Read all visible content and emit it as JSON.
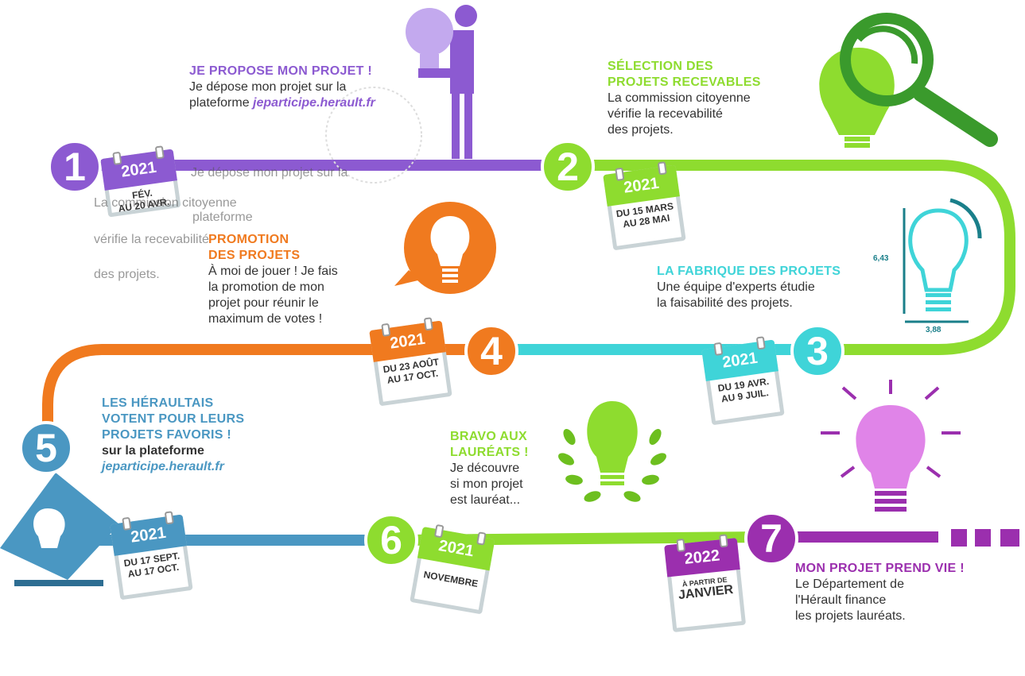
{
  "colors": {
    "step1": "#8c5ad1",
    "step2": "#8edc2f",
    "step3": "#3fd4d8",
    "step4": "#f07a1f",
    "step5": "#4a97c2",
    "step6": "#8edc2f",
    "step7": "#9b2fae"
  },
  "steps": [
    {
      "number": "1",
      "title": "JE PROPOSE MON PROJET !",
      "text": "Je dépose mon projet sur la",
      "text2": "plateforme",
      "link": "jeparticipe.herault.fr",
      "year": "2021",
      "date1": "FÉV.",
      "date2": "AU 20 AVR."
    },
    {
      "number": "2",
      "title": "SÉLECTION DES",
      "title2": "PROJETS RECEVABLES",
      "text": "La commission citoyenne",
      "text2": "vérifie la recevabilité",
      "text3": "des projets.",
      "year": "2021",
      "date1": "DU 15 MARS",
      "date2": "AU 28 MAI"
    },
    {
      "number": "3",
      "title": "LA FABRIQUE DES PROJETS",
      "text": "Une équipe d'experts étudie",
      "text2": "la faisabilité des projets.",
      "year": "2021",
      "date1": "DU 19 AVR.",
      "date2": "AU 9 JUIL."
    },
    {
      "number": "4",
      "title": "PROMOTION",
      "title2": "DES PROJETS",
      "text": "À moi de jouer ! Je fais",
      "text2": "la promotion de mon",
      "text3": "projet pour réunir le",
      "text4": "maximum de votes !",
      "year": "2021",
      "date1": "DU 23 AOÛT",
      "date2": "AU 17 OCT."
    },
    {
      "number": "5",
      "title": "LES HÉRAULTAIS",
      "title2": "VOTENT POUR LEURS",
      "title3": "PROJETS FAVORIS !",
      "text": "sur la plateforme",
      "link": "jeparticipe.herault.fr",
      "year": "2021",
      "date1": "DU 17 SEPT.",
      "date2": "AU 17 OCT."
    },
    {
      "number": "6",
      "title": "BRAVO AUX",
      "title2": "LAURÉATS !",
      "text": "Je découvre",
      "text2": "si mon projet",
      "text3": "est lauréat...",
      "year": "2021",
      "date1": "NOVEMBRE"
    },
    {
      "number": "7",
      "title": "MON PROJET PREND VIE !",
      "text": "Le Département de",
      "text2": "l'Hérault finance",
      "text3": "les projets lauréats.",
      "year": "2022",
      "date1": "À PARTIR DE",
      "date2": "JANVIER"
    }
  ],
  "dimensions": {
    "height_label": "6,43",
    "width_label": "3,88"
  },
  "ghost_text": {
    "line1": "Je dépose mon projet sur la",
    "line2": "La commission citoyenne",
    "line3": "plateforme",
    "line4": "vérifie la recevabilité",
    "line5": "des projets."
  }
}
